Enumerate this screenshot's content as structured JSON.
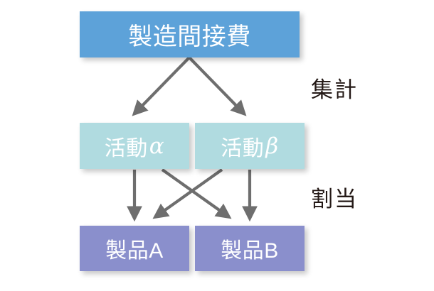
{
  "diagram": {
    "title_node": {
      "label": "製造間接費",
      "color": "#5da2d9"
    },
    "activities": [
      {
        "label_main": "活動",
        "label_greek": "α",
        "color": "#b0dbe0"
      },
      {
        "label_main": "活動",
        "label_greek": "β",
        "color": "#b0dbe0"
      }
    ],
    "products": [
      {
        "label": "製品A",
        "color": "#8a8fcc"
      },
      {
        "label": "製品B",
        "color": "#8a8fcc"
      }
    ],
    "side_labels": [
      {
        "label": "集計"
      },
      {
        "label": "割当"
      }
    ],
    "arrow_color": "#6e6e6e",
    "background_color": "#ffffff",
    "text_color": "#ffffff",
    "label_text_color": "#231815"
  }
}
